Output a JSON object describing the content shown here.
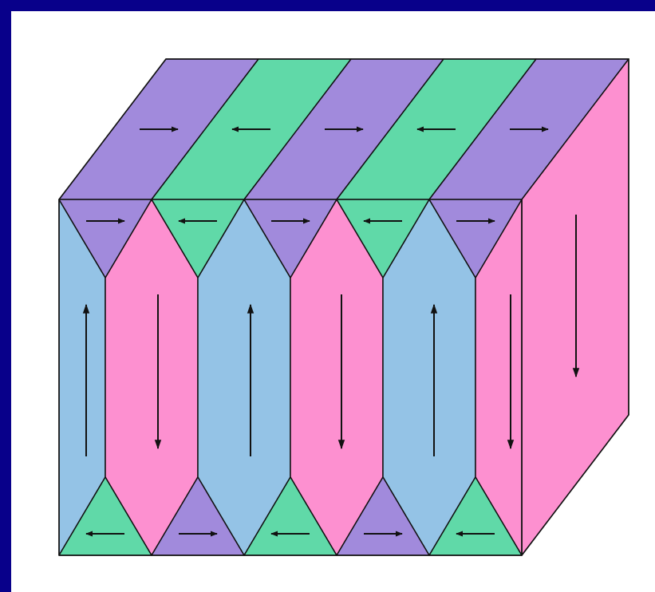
{
  "colors": {
    "background": "#08008a",
    "canvas": "#ffffff",
    "purple": "#a18adc",
    "green": "#60d9a8",
    "blue": "#94c3e6",
    "pink": "#fd90d0",
    "stroke": "#111111"
  },
  "domains": {
    "front_columns": [
      {
        "fill": "blue",
        "direction": "up"
      },
      {
        "fill": "pink",
        "direction": "down"
      },
      {
        "fill": "blue",
        "direction": "up"
      },
      {
        "fill": "pink",
        "direction": "down"
      },
      {
        "fill": "blue",
        "direction": "up"
      },
      {
        "fill": "pink",
        "direction": "down"
      }
    ],
    "top_closure_triangles": [
      {
        "fill": "purple",
        "direction": "right"
      },
      {
        "fill": "green",
        "direction": "left"
      },
      {
        "fill": "purple",
        "direction": "right"
      },
      {
        "fill": "green",
        "direction": "left"
      },
      {
        "fill": "purple",
        "direction": "right"
      }
    ],
    "bottom_closure_triangles": [
      {
        "fill": "green",
        "direction": "left"
      },
      {
        "fill": "purple",
        "direction": "right"
      },
      {
        "fill": "green",
        "direction": "left"
      },
      {
        "fill": "purple",
        "direction": "right"
      },
      {
        "fill": "green",
        "direction": "left"
      }
    ],
    "top_face_strips": [
      {
        "fill": "purple",
        "direction": "right"
      },
      {
        "fill": "green",
        "direction": "left"
      },
      {
        "fill": "purple",
        "direction": "right"
      },
      {
        "fill": "green",
        "direction": "left"
      },
      {
        "fill": "purple",
        "direction": "right"
      }
    ],
    "side_face": {
      "fill": "pink",
      "direction": "down"
    }
  }
}
